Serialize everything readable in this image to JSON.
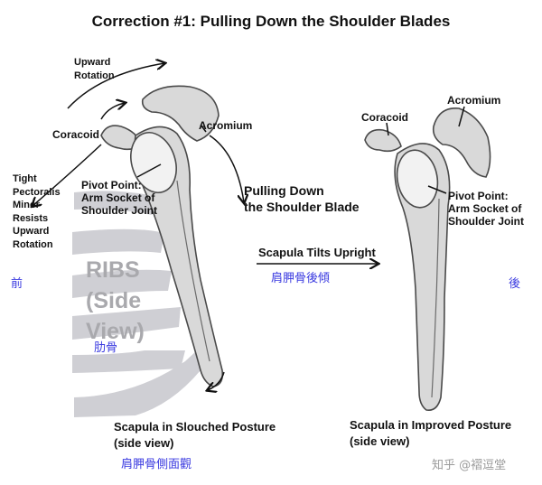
{
  "title": "Correction #1: Pulling Down the Shoulder Blades",
  "left": {
    "upward_rotation": "Upward\nRotation",
    "coracoid": "Coracoid",
    "acromium": "Acromium",
    "pectoralis": "Tight\nPectoralis\nMinor\nResists\nUpward\nRotation",
    "pivot": "Pivot Point:\nArm Socket of\nShoulder Joint",
    "pulling_down": "Pulling Down\nthe Shoulder Blade",
    "ribs": "RIBS\n(Side\nView)",
    "ribs_cn": "肋骨",
    "caption": "Scapula in Slouched Posture\n(side view)",
    "caption_cn": "肩胛骨側面觀"
  },
  "middle": {
    "tilt_label": "Scapula Tilts Upright",
    "tilt_cn": "肩胛骨後傾"
  },
  "right": {
    "coracoid": "Coracoid",
    "acromium": "Acromium",
    "pivot": "Pivot Point:\nArm Socket of\nShoulder Joint",
    "caption": "Scapula in Improved Posture\n(side view)"
  },
  "side_labels": {
    "front": "前",
    "back": "後"
  },
  "watermark": "知乎 @褶逗堂",
  "colors": {
    "bone_fill": "#d9d9d9",
    "bone_stroke": "#4a4a4a",
    "rib": "#cfcfd4",
    "cjk_blue": "#3a3ae0"
  }
}
